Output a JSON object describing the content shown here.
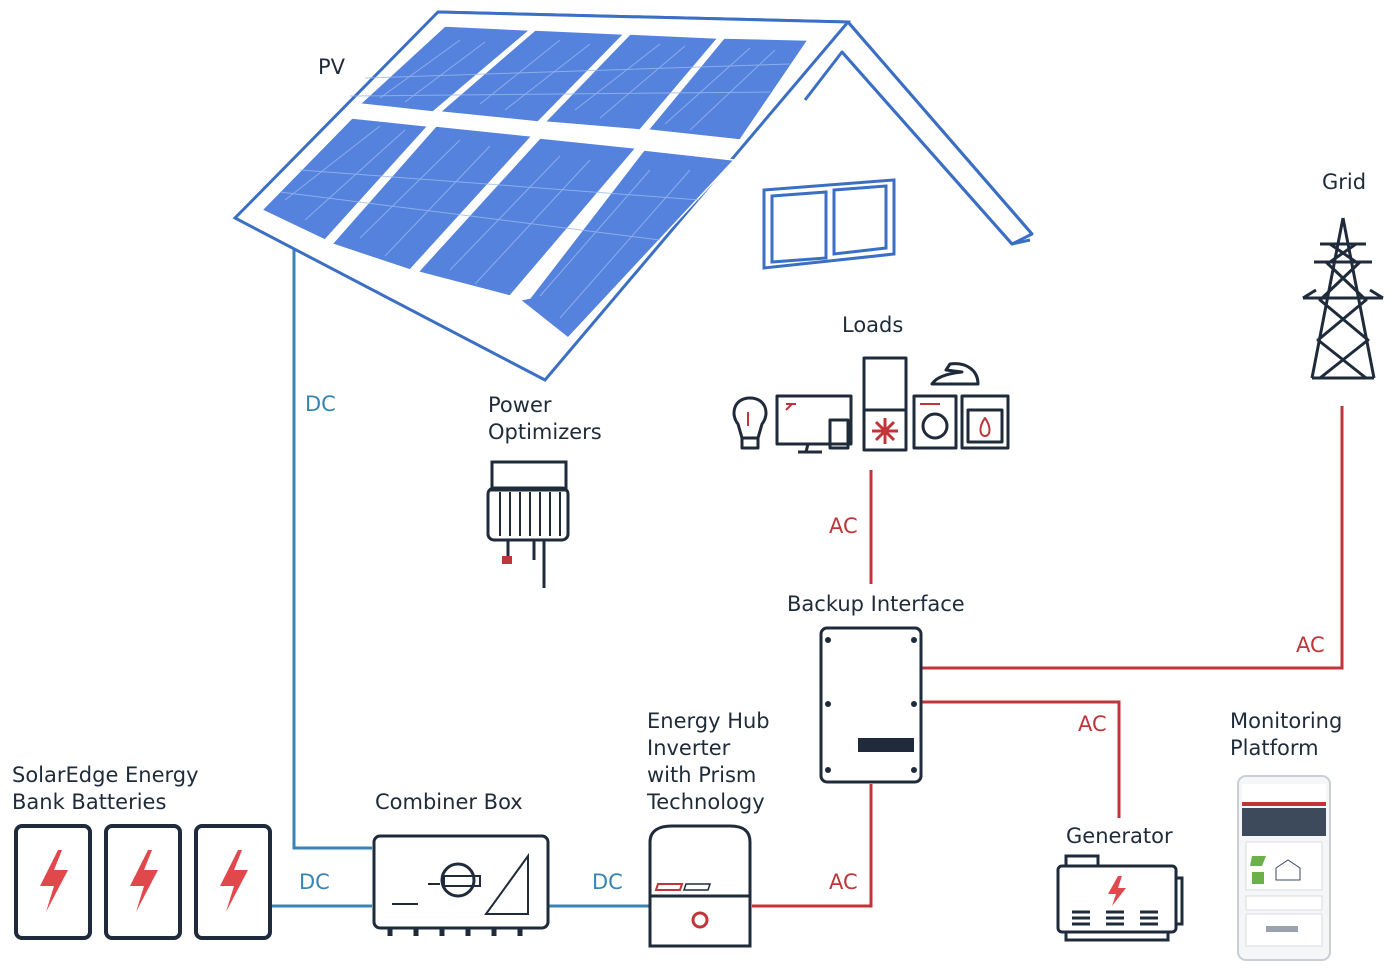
{
  "labels": {
    "pv": "PV",
    "grid": "Grid",
    "loads": "Loads",
    "power_optimizers": "Power\nOptimizers",
    "backup_interface": "Backup Interface",
    "energy_hub": "Energy Hub\nInverter\nwith Prism\nTechnology",
    "batteries": "SolarEdge Energy\nBank Batteries",
    "combiner_box": "Combiner Box",
    "generator": "Generator",
    "monitoring": "Monitoring\nPlatform"
  },
  "wire_labels": {
    "dc_pv": "DC",
    "dc_battery": "DC",
    "dc_combiner": "DC",
    "ac_loads": "AC",
    "ac_grid": "AC",
    "ac_generator": "AC",
    "ac_inverter": "AC"
  },
  "colors": {
    "dc_line": "#3a84b3",
    "ac_line": "#c0353a",
    "outline": "#1f2b3a",
    "panel": "#4a78d6",
    "roof": "#3b6fc4"
  },
  "icons": {
    "battery": "lightning-bolt-icon",
    "generator": "lightning-bolt-icon",
    "grid": "transmission-tower-icon"
  }
}
